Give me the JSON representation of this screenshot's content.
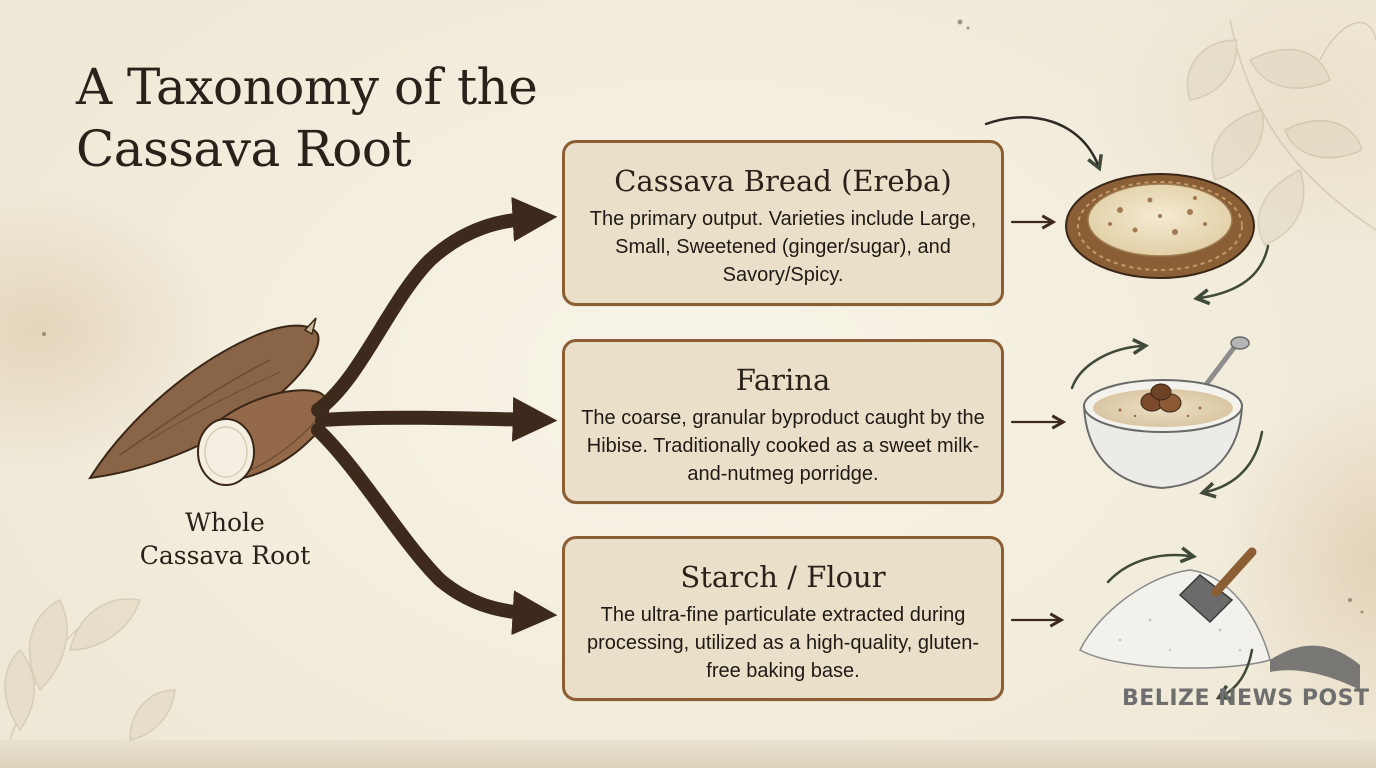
{
  "title": {
    "line1": "A Taxonomy of the",
    "line2": "Cassava Root"
  },
  "root": {
    "label_line1": "Whole",
    "label_line2": "Cassava Root"
  },
  "products": [
    {
      "name": "Cassava Bread (Ereba)",
      "description": "The primary output. Varieties include Large, Small, Sweetened (ginger/sugar), and Savory/Spicy.",
      "illustration": "flatbread-on-woven-tray-icon"
    },
    {
      "name": "Farina",
      "description": "The coarse, granular byproduct caught by the Hibise. Traditionally cooked as a sweet milk-and-nutmeg porridge.",
      "illustration": "porridge-bowl-with-spoon-icon"
    },
    {
      "name": "Starch / Flour",
      "description": "The ultra-fine particulate extracted during processing, utilized as a high-quality, gluten-free baking base.",
      "illustration": "flour-pile-with-scoop-icon"
    }
  ],
  "watermark": {
    "text": "BELIZE NEWS POST"
  },
  "colors": {
    "card_fill": "#eadfc8",
    "card_border": "#8b5e34",
    "branch_arrow": "#3d2a1c",
    "cycle_arrow": "#3f4a3a",
    "title_text": "#2a211a"
  }
}
